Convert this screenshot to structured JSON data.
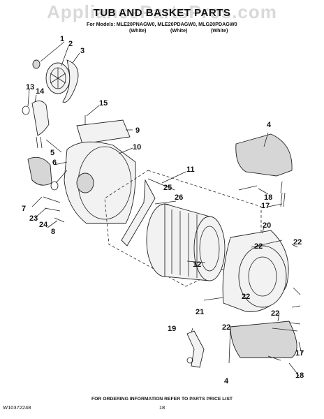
{
  "watermark": "AppliancePartsPros.com",
  "title": "TUB AND BASKET PARTS",
  "models_line": "For Models: MLE20PNAGW0, MLE20PDAGW0, MLG20PDAGW0",
  "model_colors": [
    "(White)",
    "(White)",
    "(White)"
  ],
  "callouts": [
    "1",
    "2",
    "3",
    "13",
    "14",
    "15",
    "9",
    "10",
    "5",
    "6",
    "7",
    "23",
    "24",
    "8",
    "11",
    "25",
    "26",
    "4",
    "18",
    "17",
    "20",
    "22",
    "12",
    "21",
    "19"
  ],
  "footer": {
    "doc_number": "W10372248",
    "ordering_note": "FOR ORDERING INFORMATION REFER TO PARTS PRICE LIST",
    "page": "18"
  }
}
